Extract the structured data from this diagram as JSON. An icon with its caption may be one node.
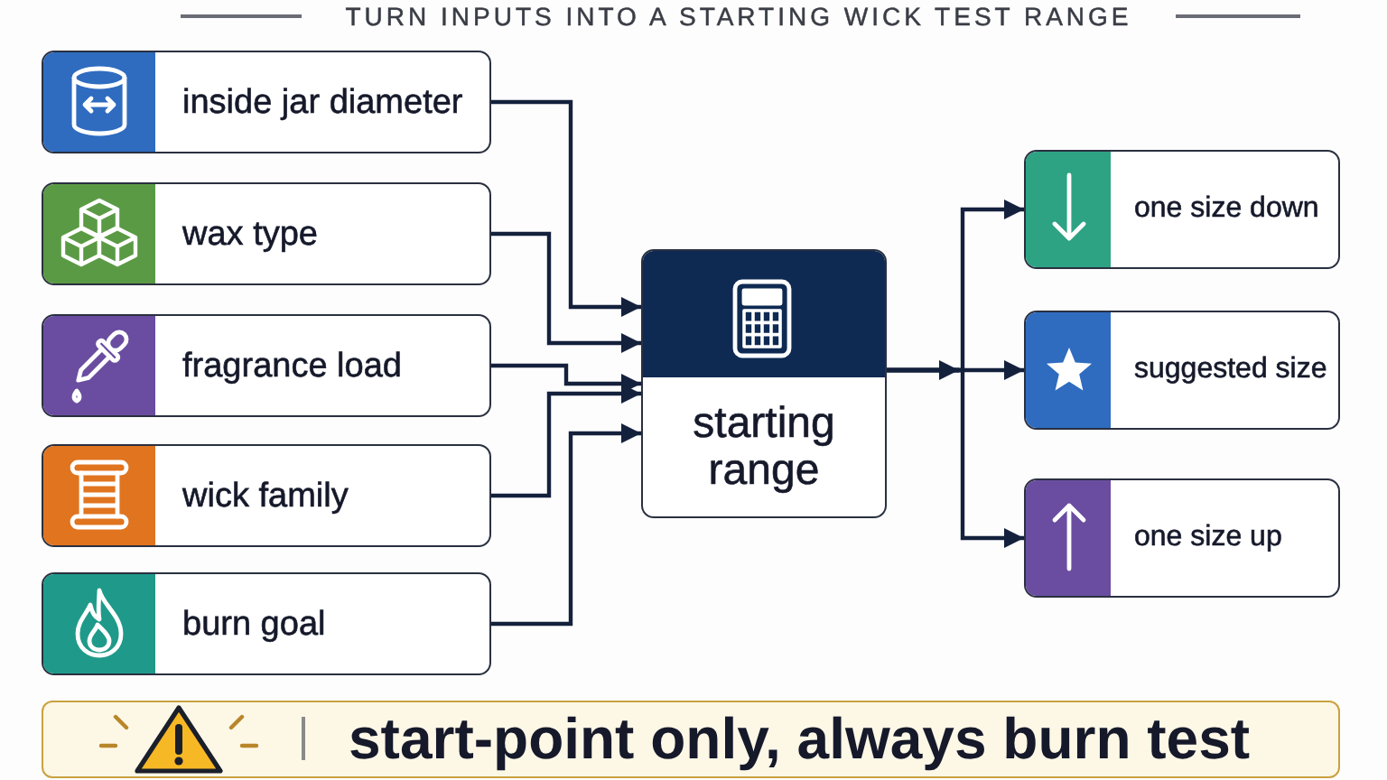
{
  "diagram": {
    "title": "TURN INPUTS INTO A STARTING WICK TEST RANGE",
    "nodes": [
      {
        "text": [
          "inside jar diameter"
        ]
      },
      {
        "text": [
          "wax type"
        ]
      },
      {
        "text": [
          "fragrance load"
        ]
      },
      {
        "text": [
          "wick family"
        ]
      },
      {
        "text": [
          "burn goal"
        ]
      },
      {
        "text": [
          "starting range"
        ]
      },
      {
        "text": [
          "one size down"
        ]
      },
      {
        "text": [
          "suggested size"
        ]
      },
      {
        "text": [
          "one size up"
        ]
      },
      {
        "text": [
          "start-point only, always burn test"
        ]
      }
    ],
    "edges": [
      {
        "from": 0,
        "to": 5,
        "arrow": "to"
      },
      {
        "from": 1,
        "to": 5,
        "arrow": "to"
      },
      {
        "from": 2,
        "to": 5,
        "arrow": "to"
      },
      {
        "from": 3,
        "to": 5,
        "arrow": "to"
      },
      {
        "from": 4,
        "to": 5,
        "arrow": "to"
      },
      {
        "from": 5,
        "to": 6,
        "arrow": "to"
      },
      {
        "from": 5,
        "to": 7,
        "arrow": "to"
      },
      {
        "from": 5,
        "to": 8,
        "arrow": "to"
      }
    ]
  }
}
